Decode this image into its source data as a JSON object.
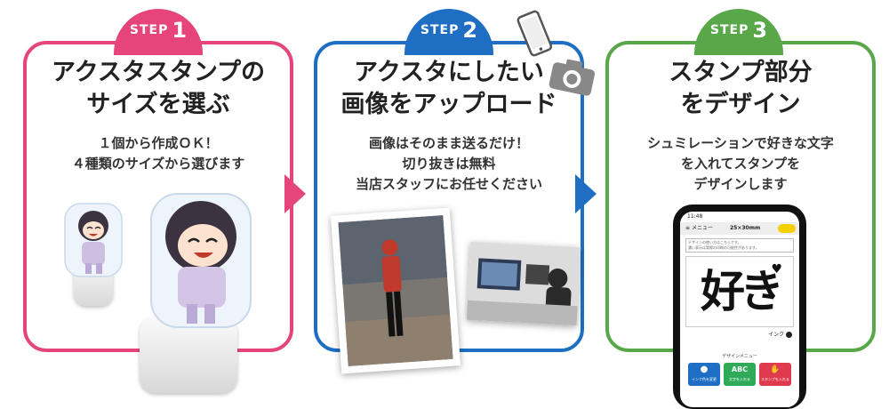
{
  "steps": [
    {
      "label": "STEP",
      "number": "1",
      "title": [
        "アクスタスタンプの",
        "サイズを選ぶ"
      ],
      "desc": [
        "１個から作成ＯＫ！",
        "４種類のサイズから選びます"
      ],
      "color": "#e5457a"
    },
    {
      "label": "STEP",
      "number": "2",
      "title": [
        "アクスタにしたい",
        "画像をアップロード"
      ],
      "desc": [
        "画像はそのまま送るだけ！",
        "切り抜きは無料",
        "当店スタッフにお任せください"
      ],
      "color": "#1e6ec4"
    },
    {
      "label": "STEP",
      "number": "3",
      "title": [
        "スタンプ部分",
        "をデザイン"
      ],
      "desc": [
        "シュミレーションで好きな文字",
        "を入れてスタンプを",
        "デザインします"
      ],
      "color": "#58a84a"
    }
  ],
  "phone": {
    "time": "11:48",
    "menu_label": "メニュー",
    "size_label": "25×30mm",
    "notice": [
      "デザインの使い方はこちらです。",
      "濃い表示は実際の印刷の可能性があります。"
    ],
    "stamp_text": "好き",
    "ink_label": "インク",
    "design_menu": "デザインメニュー",
    "btn_abc": "ABC",
    "btn1_label": "インク色を変更",
    "btn2_label": "文字を入れる",
    "btn3_label": "スタンプを入れる"
  },
  "icons": [
    "smartphone-icon",
    "camera-icon",
    "heart-icon"
  ]
}
